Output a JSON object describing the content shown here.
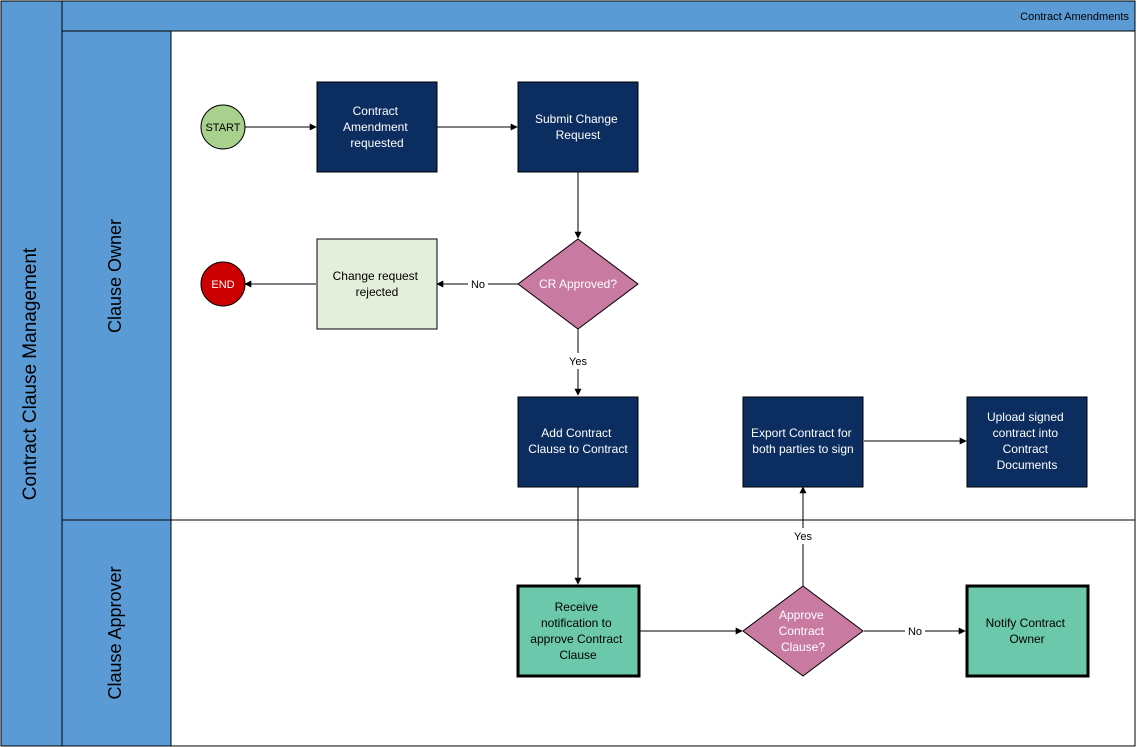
{
  "pool": {
    "title": "Contract Clause Management",
    "header": "Contract Amendments"
  },
  "lanes": {
    "clause_owner": "Clause Owner",
    "clause_approver": "Clause Approver"
  },
  "nodes": {
    "start": "START",
    "end": "END",
    "contract_amendment": [
      "Contract",
      "Amendment",
      "requested"
    ],
    "submit_change": [
      "Submit Change",
      "Request"
    ],
    "cr_approved": [
      "CR Approved?"
    ],
    "change_rejected": [
      "Change request",
      "rejected"
    ],
    "add_clause": [
      "Add Contract",
      "Clause to Contract"
    ],
    "export_contract": [
      "Export Contract for",
      "both parties to sign"
    ],
    "upload_signed": [
      "Upload signed",
      "contract into",
      "Contract",
      "Documents"
    ],
    "receive_notification": [
      "Receive",
      "notification to",
      "approve Contract",
      "Clause"
    ],
    "approve_clause": [
      "Approve",
      "Contract",
      "Clause?"
    ],
    "notify_owner": [
      "Notify Contract",
      "Owner"
    ]
  },
  "edge_labels": {
    "no_cr": "No",
    "yes_cr": "Yes",
    "yes_approve": "Yes",
    "no_approve": "No"
  },
  "colors": {
    "pool_fill": "#5b9bd5",
    "task_dark": "#0b2d5f",
    "task_teal": "#6cc8aa",
    "decision": "#c87aa0",
    "rejected_fill": "#e3efda",
    "start_fill": "#a9d18e",
    "end_fill": "#cc0000"
  }
}
